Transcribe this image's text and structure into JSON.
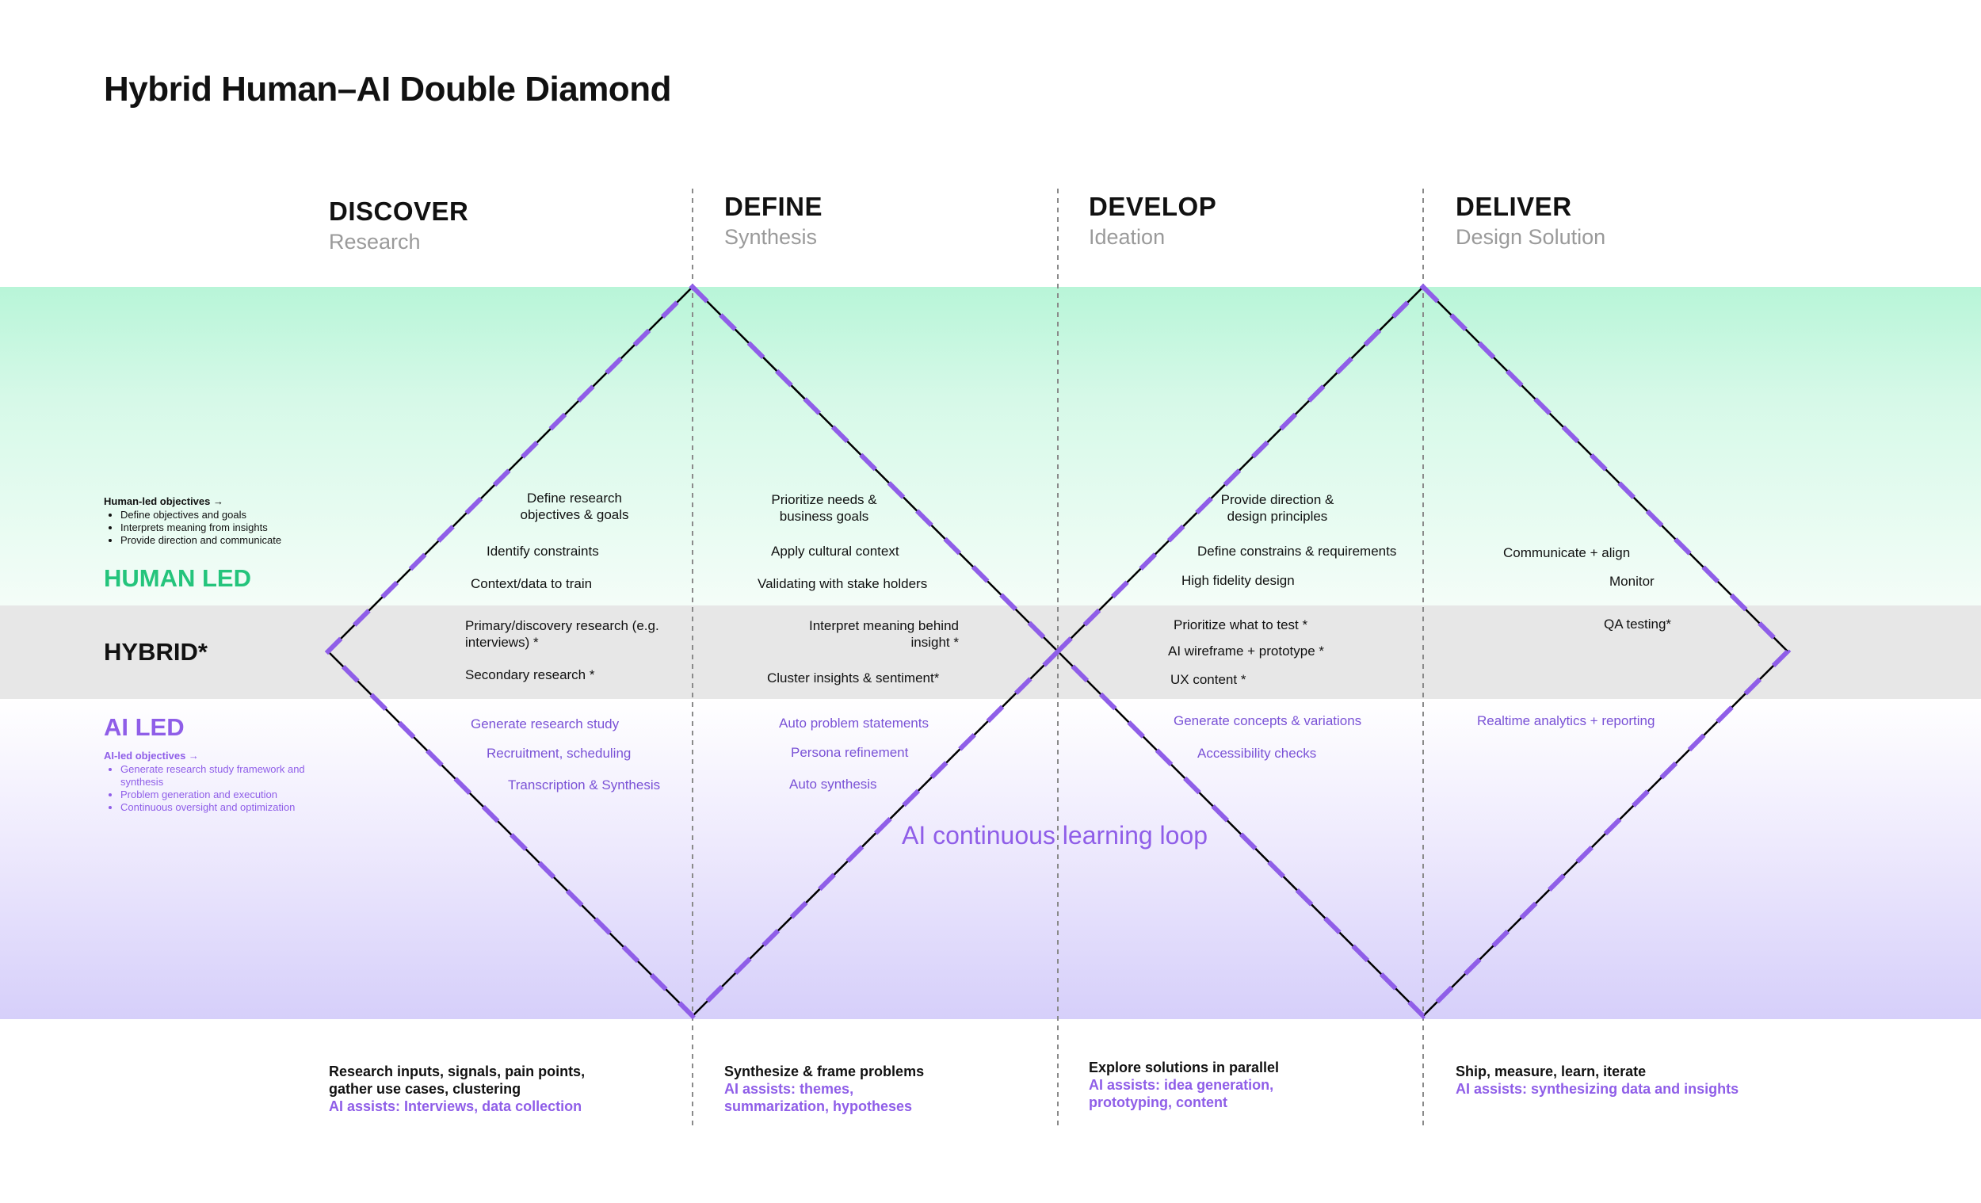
{
  "title": "Hybrid Human–AI Double Diamond",
  "phases": [
    {
      "title": "DISCOVER",
      "subtitle": "Research"
    },
    {
      "title": "DEFINE",
      "subtitle": "Synthesis"
    },
    {
      "title": "DEVELOP",
      "subtitle": "Ideation"
    },
    {
      "title": "DELIVER",
      "subtitle": "Design Solution"
    }
  ],
  "bands": {
    "human_led": "HUMAN LED",
    "hybrid": "HYBRID*",
    "ai_led": "AI LED"
  },
  "human_objectives": {
    "heading": "Human-led objectives →",
    "items": [
      "Define objectives and goals",
      "Interprets meaning from insights",
      "Provide direction and communicate"
    ]
  },
  "ai_objectives": {
    "heading": "AI-led objectives →",
    "items": [
      "Generate research study framework and synthesis",
      "Problem generation and execution",
      "Continuous oversight and optimization"
    ]
  },
  "discover_items": {
    "human": [
      "Define research objectives & goals",
      "Identify constraints",
      "Context/data to train"
    ],
    "hybrid": [
      "Primary/discovery research (e.g. interviews) *",
      "Secondary research *"
    ],
    "ai": [
      "Generate research study",
      "Recruitment, scheduling",
      "Transcription & Synthesis"
    ]
  },
  "define_items": {
    "human": [
      "Prioritize needs & business goals",
      "Apply cultural context",
      "Validating with stake holders"
    ],
    "hybrid": [
      "Interpret meaning behind insight *",
      "Cluster insights & sentiment*"
    ],
    "ai": [
      "Auto problem statements",
      "Persona refinement",
      "Auto synthesis"
    ]
  },
  "develop_items": {
    "human": [
      "Provide direction & design principles",
      "Define constrains & requirements",
      "High fidelity design"
    ],
    "hybrid": [
      "Prioritize what to test *",
      "AI wireframe + prototype *",
      "UX content *"
    ],
    "ai": [
      "Generate concepts & variations",
      "Accessibility checks"
    ]
  },
  "deliver_items": {
    "human": [
      "Communicate + align",
      "Monitor"
    ],
    "hybrid": [
      "QA testing*"
    ],
    "ai": [
      "Realtime analytics + reporting"
    ]
  },
  "loop_label": "AI continuous learning loop",
  "footers": [
    {
      "line1": "Research inputs, signals, pain points,",
      "line2": "gather use cases, clustering",
      "ai": "AI assists: Interviews, data collection"
    },
    {
      "line1": "Synthesize & frame problems",
      "ai1": "AI assists: themes,",
      "ai2": "summarization, hypotheses"
    },
    {
      "line1": "Explore solutions in parallel",
      "ai1": "AI assists: idea generation,",
      "ai2": "prototyping, content"
    },
    {
      "line1": "Ship, measure, learn, iterate",
      "ai": "AI assists: synthesizing data and insights"
    }
  ],
  "colors": {
    "human": "#24c47c",
    "ai": "#8f5ee8",
    "hybrid_band": "#e7e7e7",
    "diamond_line": "#000000"
  }
}
